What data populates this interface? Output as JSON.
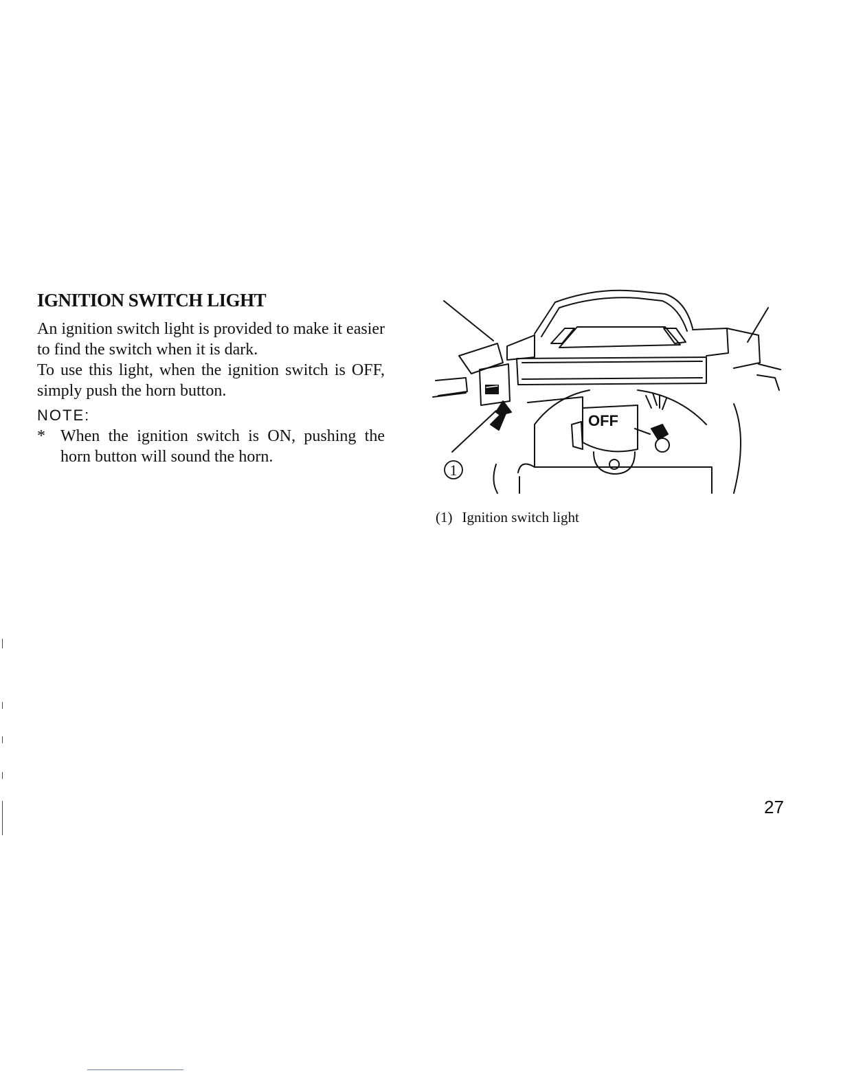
{
  "section": {
    "heading": "IGNITION SWITCH LIGHT",
    "paragraph_1": "An ignition switch light is provided to make it easier to find the switch when it is dark.",
    "paragraph_2": "To use this light, when the ignition switch is OFF, simply push the horn button.",
    "note_label": "NOTE:",
    "note_bullet": "*",
    "note_text": "When the ignition switch is ON, pushing the horn button will sound the horn."
  },
  "figure": {
    "callout_number": "1",
    "switch_label": "OFF",
    "caption_number": "(1)",
    "caption_text": "Ignition switch light"
  },
  "page_number": "27"
}
